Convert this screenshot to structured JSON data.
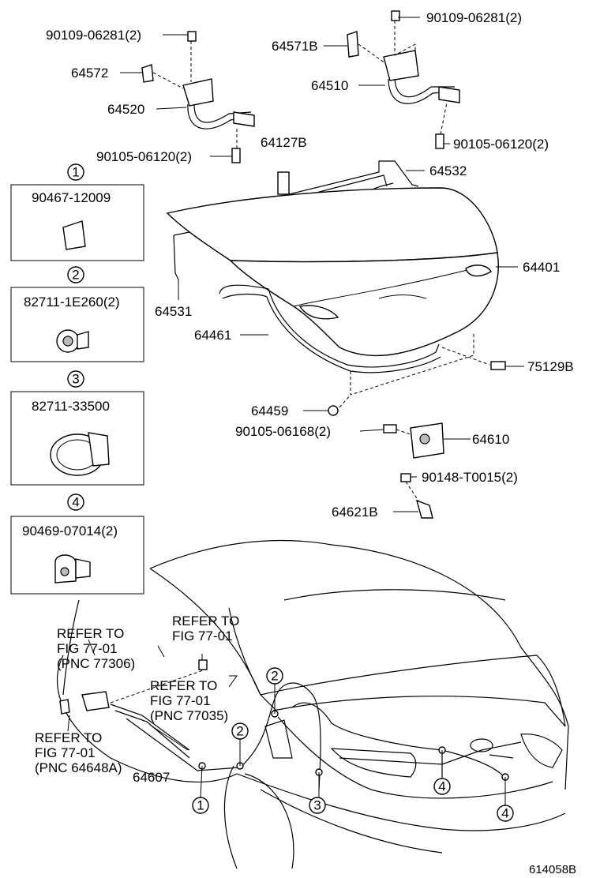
{
  "labels": {
    "p_90109_l": "90109-06281(2)",
    "p_90109_r": "90109-06281(2)",
    "p_64571B": "64571B",
    "p_64572": "64572",
    "p_64510": "64510",
    "p_64520": "64520",
    "p_90105_r": "90105-06120(2)",
    "p_64127B": "64127B",
    "p_90105_l": "90105-06120(2)",
    "p_64532": "64532",
    "p_64401": "64401",
    "p_64531": "64531",
    "p_64461": "64461",
    "p_75129B": "75129B",
    "p_64459": "64459",
    "p_90105_06168": "90105-06168(2)",
    "p_64610": "64610",
    "p_90148": "90148-T0015(2)",
    "p_64621B": "64621B",
    "p_64607": "64607",
    "diagram_id": "614058B"
  },
  "callouts": {
    "c1": "1",
    "c2": "2",
    "c3": "3",
    "c4": "4"
  },
  "boxes": {
    "box1": "90467-12009",
    "box2": "82711-1E260(2)",
    "box3": "82711-33500",
    "box4": "90469-07014(2)"
  },
  "refer_notes": {
    "r1": [
      "REFER TO",
      "FIG 77-01"
    ],
    "r2": [
      "REFER TO",
      "FIG 77-01",
      "(PNC 77306)"
    ],
    "r3": [
      "REFER TO",
      "FIG 77-01",
      "(PNC 77035)"
    ],
    "r4": [
      "REFER TO",
      "FIG 77-01",
      "(PNC 64648A)"
    ]
  }
}
